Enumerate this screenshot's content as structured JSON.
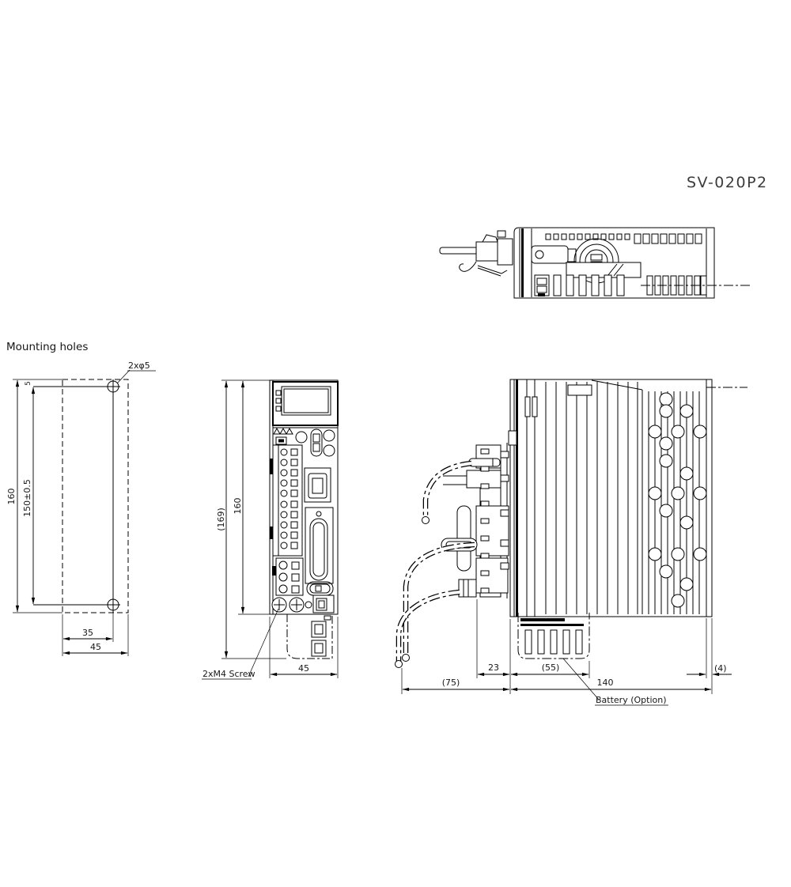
{
  "title": "SV-020P2",
  "mounting_view": {
    "label": "Mounting holes",
    "hole_callout": "2xφ5",
    "dim_height": "160",
    "dim_hole_pitch": "150±0.5",
    "dim_top_offset": "5",
    "dim_hole_x": "35",
    "dim_width": "45"
  },
  "front_view": {
    "dim_total_height": "(169)",
    "dim_height": "160",
    "dim_width": "45",
    "screw_callout": "2xM4 Screw"
  },
  "side_view": {
    "dim_front_clearance": "(75)",
    "dim_connector_depth": "23",
    "dim_battery_depth": "(55)",
    "dim_body_depth": "140",
    "dim_fin_clearance": "(4)",
    "battery_callout": "Battery (Option)"
  }
}
